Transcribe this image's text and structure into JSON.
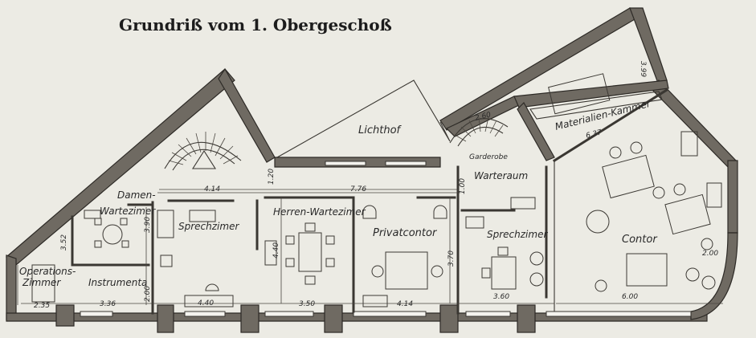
{
  "title": "Grundriß vom 1. Obergeschoß",
  "rooms": {
    "lichthof": "Lichthof",
    "garderobe": "Garderobe",
    "warteraum": "Warteraum",
    "materialien_kammer": "Materialien-Kammer",
    "damen_wartezimmer_1": "Damen-",
    "damen_wartezimmer_2": "Wartezimer",
    "sprechzimmer_1": "Sprechzimer",
    "herren_wartezimmer": "Herren-Wartezimer",
    "privatcontor": "Privatcontor",
    "sprechzimmer_2": "Sprechzimer",
    "contor": "Contor",
    "operations_zimmer_1": "Operations-",
    "operations_zimmer_2": "Zimmer",
    "instrumenta": "Instrumenta"
  },
  "dimensions": {
    "d_414_top": "4.14",
    "d_776": "7.76",
    "d_120": "1.20",
    "d_100": "1.00",
    "d_390": "3.90",
    "d_440_v": "4.40",
    "d_370": "3.70",
    "d_352": "3.52",
    "d_200_left": "2.00",
    "d_200_right": "2.00",
    "d_235": "2.35",
    "d_336": "3.36",
    "d_440_b": "4.40",
    "d_350": "3.50",
    "d_414_b": "4.14",
    "d_360": "3.60",
    "d_600": "6.00",
    "d_260": "2.60",
    "d_637": "6.37",
    "d_399": "3.99"
  }
}
